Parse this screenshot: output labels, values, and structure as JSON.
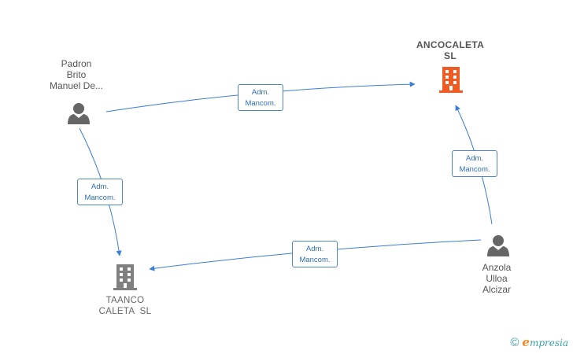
{
  "nodes": {
    "person1": {
      "lines": [
        "Padron",
        "Brito",
        "Manuel De..."
      ],
      "icon": "person-icon"
    },
    "person2": {
      "lines": [
        "Anzola",
        "Ulloa",
        "Alcizar"
      ],
      "icon": "person-icon"
    },
    "company1": {
      "lines": [
        "ANCOCALETA",
        "SL"
      ],
      "icon": "building-icon",
      "color": "#f05a23"
    },
    "company2": {
      "lines": [
        "TAANCO",
        "CALETA  SL"
      ],
      "icon": "building-icon",
      "color": "#808080"
    }
  },
  "edges": [
    {
      "from": "person1",
      "to": "company1",
      "label": [
        "Adm.",
        "Mancom."
      ]
    },
    {
      "from": "person1",
      "to": "company2",
      "label": [
        "Adm.",
        "Mancom."
      ]
    },
    {
      "from": "person2",
      "to": "company1",
      "label": [
        "Adm.",
        "Mancom."
      ]
    },
    {
      "from": "person2",
      "to": "company2",
      "label": [
        "Adm.",
        "Mancom."
      ]
    }
  ],
  "colors": {
    "edge": "#3b7dd8",
    "person": "#666666",
    "label_text": "#2f6db5"
  },
  "footer": {
    "copyright": "©",
    "brand_initial": "e",
    "brand_rest": "mpresia"
  }
}
